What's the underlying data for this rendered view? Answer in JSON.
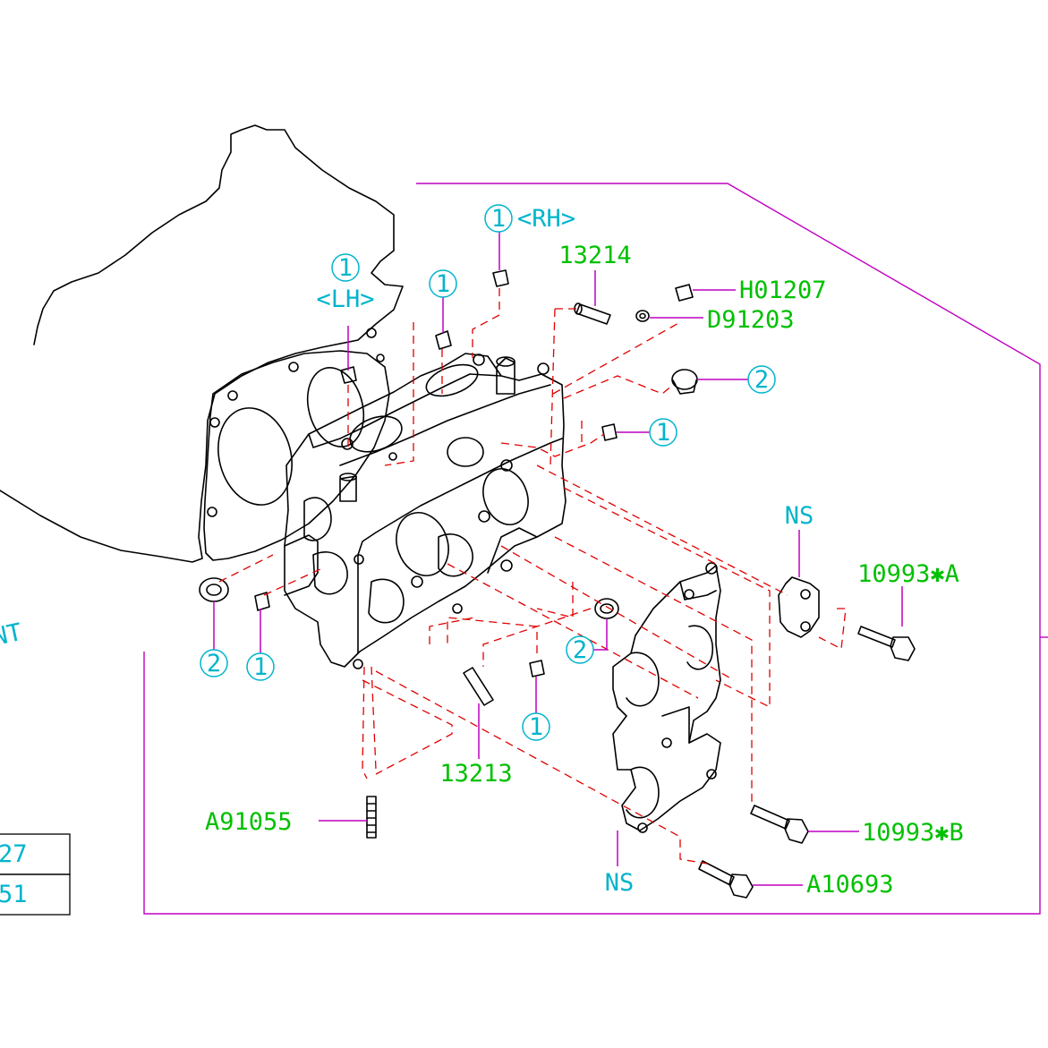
{
  "colors": {
    "part_number": "#00c000",
    "reference_balloon": "#00b4cc",
    "leader_line": "#c000c0",
    "assembly_dash": "#e00000",
    "linework": "#000000"
  },
  "part_numbers": {
    "p13214": "13214",
    "h01207": "H01207",
    "d91203": "D91203",
    "p10993a": "10993✱A",
    "p10993b": "10993✱B",
    "a10693": "A10693",
    "p13213": "13213",
    "a91055": "A91055"
  },
  "callouts": {
    "lh_ref": "1",
    "lh_label": "<LH>",
    "rh_ref": "1",
    "rh_label": "<RH>",
    "top_mid_ref": "1",
    "right_plug_ref": "2",
    "right_small_ref": "1",
    "left_plug_ref": "2",
    "left_small_ref": "1",
    "bottom_plug_ref": "2",
    "bottom_small_ref": "1",
    "ns_top": "NS",
    "ns_bottom": "NS"
  },
  "left_edge": {
    "partial_text": "NT",
    "table_rows": [
      "27",
      "51"
    ]
  }
}
